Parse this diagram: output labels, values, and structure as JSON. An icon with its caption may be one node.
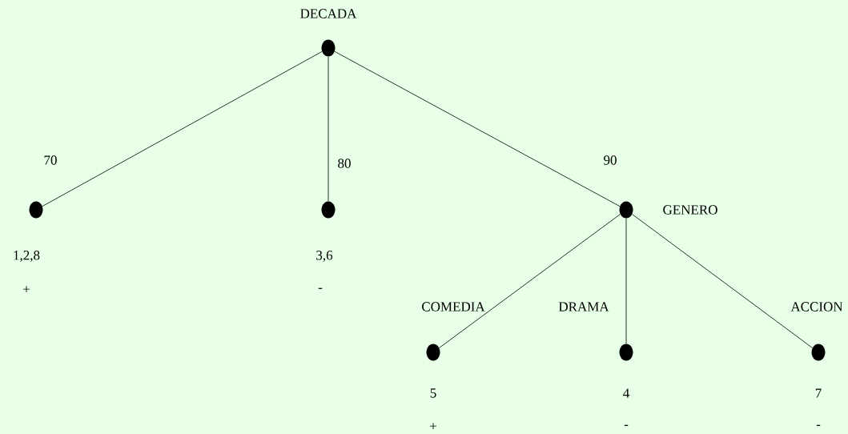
{
  "diagram": {
    "nodes": [
      {
        "text": [],
        "shape": "circle",
        "beside": [
          "DECADA"
        ]
      },
      {
        "text": [],
        "shape": "circle",
        "beside": [
          "1,2,8",
          "+"
        ]
      },
      {
        "text": [],
        "shape": "circle",
        "beside": [
          "3,6",
          "-"
        ]
      },
      {
        "text": [],
        "shape": "circle",
        "beside": [
          "GENERO"
        ]
      },
      {
        "text": [],
        "shape": "circle",
        "beside": [
          "5",
          "+"
        ]
      },
      {
        "text": [],
        "shape": "circle",
        "beside": [
          "4",
          "-"
        ]
      },
      {
        "text": [],
        "shape": "circle",
        "beside": [
          "7",
          "-"
        ]
      }
    ],
    "edges": [
      {
        "from": 0,
        "to": 1,
        "arrow": "none",
        "label": "70"
      },
      {
        "from": 0,
        "to": 2,
        "arrow": "none",
        "label": "80"
      },
      {
        "from": 0,
        "to": 3,
        "arrow": "none",
        "label": "90"
      },
      {
        "from": 3,
        "to": 4,
        "arrow": "none",
        "label": "COMEDIA"
      },
      {
        "from": 3,
        "to": 5,
        "arrow": "none",
        "label": "DRAMA"
      },
      {
        "from": 3,
        "to": 6,
        "arrow": "none",
        "label": "ACCION"
      }
    ]
  }
}
